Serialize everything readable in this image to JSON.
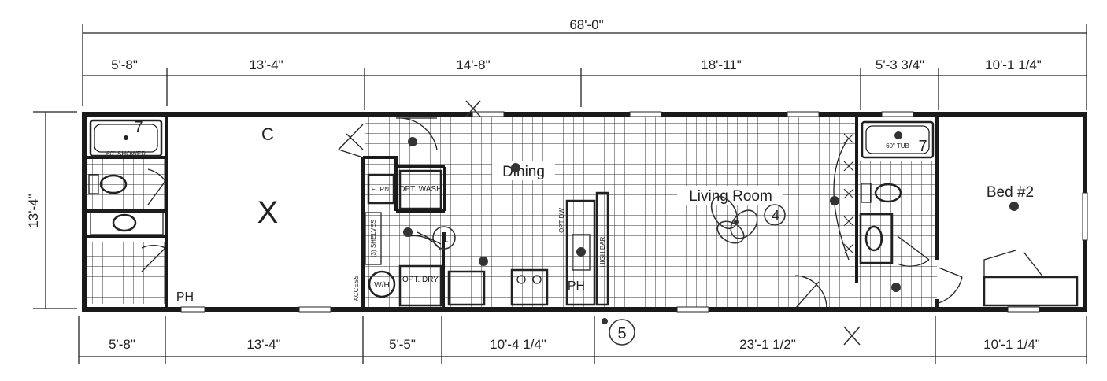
{
  "overall": {
    "length": "68'-0\"",
    "width": "13'-4\""
  },
  "top_dims": [
    "5'-8\"",
    "13'-4\"",
    "14'-8\"",
    "18'-11\"",
    "5'-3 3/4\"",
    "10'-1 1/4\""
  ],
  "bottom_dims": [
    "5'-8\"",
    "13'-4\"",
    "5'-5\"",
    "10'-4 1/4\"",
    "23'-1 1/2\"",
    "10'-1 1/4\""
  ],
  "rooms": {
    "dining": "Dining",
    "living": "Living Room",
    "bed2": "Bed #2"
  },
  "fixtures": {
    "shower": "60\" SHOWER",
    "tub": "60\" TUB",
    "furnace": "FURN.",
    "washer": "OPT. WASH",
    "dryer": "OPT. DRY",
    "water_heater": "W/H",
    "shelves": "(3) SHELVES",
    "access": "ACCESS",
    "dishwasher": "OPT DW",
    "high_bar": "HIGH BAR"
  },
  "handwritten": {
    "c": "C",
    "x1": "X",
    "ph1": "PH",
    "ph2": "PH",
    "n1": "1",
    "n4": "4",
    "n5": "5",
    "n7": "7",
    "n8": "7"
  }
}
